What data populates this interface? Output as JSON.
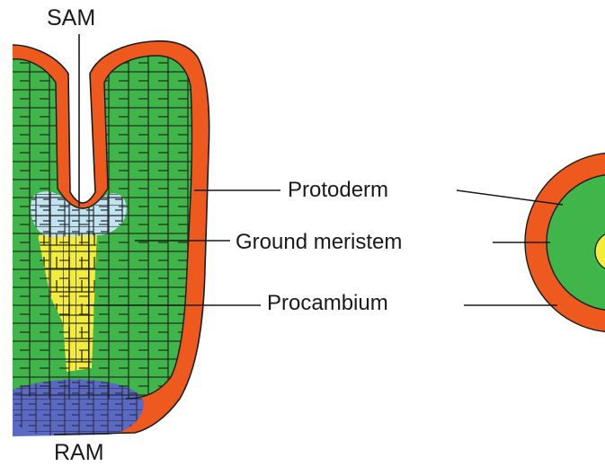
{
  "labels": {
    "sam": "SAM",
    "ram": "RAM",
    "protoderm": "Protoderm",
    "ground_meristem": "Ground meristem",
    "procambium": "Procambium"
  },
  "colors": {
    "protoderm": "#ee5a1e",
    "ground_meristem": "#3fb54a",
    "procambium": "#f3ec3a",
    "shoot_apical_meristem": "#bfe3f0",
    "root_apical_meristem": "#5a6ac4",
    "cell_wall": "#1a1a1a",
    "leader_line": "#1a1a1a"
  }
}
